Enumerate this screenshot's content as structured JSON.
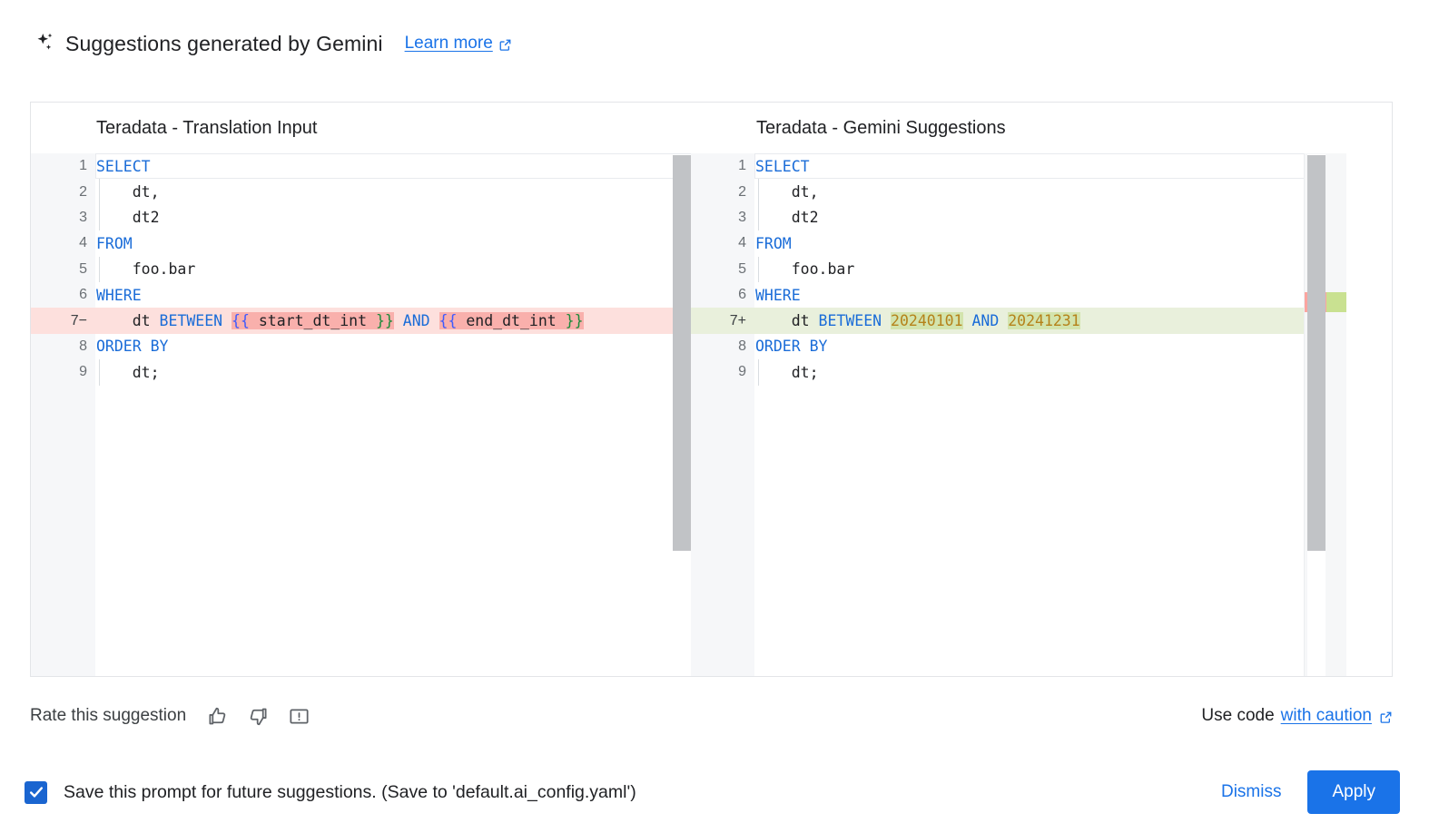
{
  "header": {
    "icon": "sparkle-icon",
    "title": "Suggestions generated by Gemini",
    "learn_more": "Learn more",
    "external_icon": "external-link-icon"
  },
  "diff": {
    "left": {
      "title": "Teradata - Translation Input",
      "lines": [
        {
          "n": "1",
          "marker": "",
          "type": "ctx",
          "indent": false,
          "tokens": [
            {
              "t": "SELECT",
              "c": "kw"
            }
          ]
        },
        {
          "n": "2",
          "marker": "",
          "type": "ctx",
          "indent": true,
          "tokens": [
            {
              "t": "    dt,",
              "c": ""
            }
          ]
        },
        {
          "n": "3",
          "marker": "",
          "type": "ctx",
          "indent": true,
          "tokens": [
            {
              "t": "    dt2",
              "c": ""
            }
          ]
        },
        {
          "n": "4",
          "marker": "",
          "type": "ctx",
          "indent": false,
          "tokens": [
            {
              "t": "FROM",
              "c": "kw"
            }
          ]
        },
        {
          "n": "5",
          "marker": "",
          "type": "ctx",
          "indent": true,
          "tokens": [
            {
              "t": "    foo.bar",
              "c": ""
            }
          ]
        },
        {
          "n": "6",
          "marker": "",
          "type": "ctx",
          "indent": false,
          "tokens": [
            {
              "t": "WHERE",
              "c": "kw"
            }
          ]
        },
        {
          "n": "7",
          "marker": "−",
          "type": "del",
          "indent": false,
          "tokens": [
            {
              "t": "    dt ",
              "c": ""
            },
            {
              "t": "BETWEEN",
              "c": "kw"
            },
            {
              "t": " ",
              "c": ""
            },
            {
              "t": "{{",
              "c": "br-b",
              "hl": "w-del"
            },
            {
              "t": " start_dt_int ",
              "c": "",
              "hl": "w-del"
            },
            {
              "t": "}}",
              "c": "br-g",
              "hl": "w-del"
            },
            {
              "t": " ",
              "c": ""
            },
            {
              "t": "AND",
              "c": "kw"
            },
            {
              "t": " ",
              "c": ""
            },
            {
              "t": "{{",
              "c": "br-b",
              "hl": "w-del"
            },
            {
              "t": " end_dt_int ",
              "c": "",
              "hl": "w-del"
            },
            {
              "t": "}}",
              "c": "br-g",
              "hl": "w-del"
            }
          ]
        },
        {
          "n": "8",
          "marker": "",
          "type": "ctx",
          "indent": false,
          "tokens": [
            {
              "t": "ORDER BY",
              "c": "kw"
            }
          ]
        },
        {
          "n": "9",
          "marker": "",
          "type": "ctx",
          "indent": true,
          "tokens": [
            {
              "t": "    dt;",
              "c": ""
            }
          ]
        }
      ]
    },
    "right": {
      "title": "Teradata - Gemini Suggestions",
      "lines": [
        {
          "n": "1",
          "marker": "",
          "type": "ctx",
          "indent": false,
          "tokens": [
            {
              "t": "SELECT",
              "c": "kw"
            }
          ]
        },
        {
          "n": "2",
          "marker": "",
          "type": "ctx",
          "indent": true,
          "tokens": [
            {
              "t": "    dt,",
              "c": ""
            }
          ]
        },
        {
          "n": "3",
          "marker": "",
          "type": "ctx",
          "indent": true,
          "tokens": [
            {
              "t": "    dt2",
              "c": ""
            }
          ]
        },
        {
          "n": "4",
          "marker": "",
          "type": "ctx",
          "indent": false,
          "tokens": [
            {
              "t": "FROM",
              "c": "kw"
            }
          ]
        },
        {
          "n": "5",
          "marker": "",
          "type": "ctx",
          "indent": true,
          "tokens": [
            {
              "t": "    foo.bar",
              "c": ""
            }
          ]
        },
        {
          "n": "6",
          "marker": "",
          "type": "ctx",
          "indent": false,
          "tokens": [
            {
              "t": "WHERE",
              "c": "kw"
            }
          ]
        },
        {
          "n": "7",
          "marker": "+",
          "type": "add",
          "indent": false,
          "tokens": [
            {
              "t": "    dt ",
              "c": ""
            },
            {
              "t": "BETWEEN",
              "c": "kw"
            },
            {
              "t": " ",
              "c": ""
            },
            {
              "t": "20240101",
              "c": "num",
              "hl": "w-add"
            },
            {
              "t": " ",
              "c": ""
            },
            {
              "t": "AND",
              "c": "kw"
            },
            {
              "t": " ",
              "c": ""
            },
            {
              "t": "20241231",
              "c": "num",
              "hl": "w-add"
            }
          ]
        },
        {
          "n": "8",
          "marker": "",
          "type": "ctx",
          "indent": false,
          "tokens": [
            {
              "t": "ORDER BY",
              "c": "kw"
            }
          ]
        },
        {
          "n": "9",
          "marker": "",
          "type": "ctx",
          "indent": true,
          "tokens": [
            {
              "t": "    dt;",
              "c": ""
            }
          ]
        }
      ]
    },
    "overview_markers": [
      {
        "kind": "deleted",
        "color": "#fba5a0"
      },
      {
        "kind": "added",
        "color": "#c9e191"
      }
    ]
  },
  "rate": {
    "label": "Rate this suggestion",
    "thumb_up_icon": "thumb-up-icon",
    "thumb_down_icon": "thumb-down-icon",
    "report_icon": "report-feedback-icon"
  },
  "use_code": {
    "prefix": "Use code",
    "link": "with caution",
    "external_icon": "external-link-icon"
  },
  "save_prompt": {
    "checked": true,
    "label": "Save this prompt for future suggestions. (Save to 'default.ai_config.yaml')"
  },
  "actions": {
    "dismiss": "Dismiss",
    "apply": "Apply"
  },
  "colors": {
    "accent_blue": "#1a73e8",
    "keyword_blue": "#1a6cd8",
    "number_orange": "#b5821a",
    "diff_del_line": "#fde0dd",
    "diff_del_word": "#f9b0ac",
    "diff_add_line": "#e9f0dc",
    "diff_add_word": "#d3e4ad"
  }
}
